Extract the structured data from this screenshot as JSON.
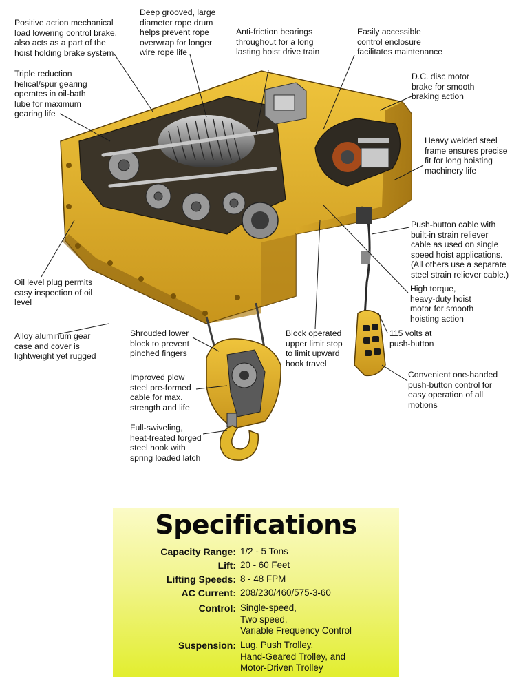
{
  "callouts": [
    {
      "id": "brake",
      "text": "Positive action mechanical\nload lowering control brake,\nalso acts as a part of the\nhoist holding brake system"
    },
    {
      "id": "drum",
      "text": "Deep grooved, large\ndiameter rope drum\nhelps prevent rope\noverwrap for longer\nwire rope life"
    },
    {
      "id": "bearings",
      "text": "Anti-friction bearings\nthroughout for a long\nlasting hoist drive train"
    },
    {
      "id": "enclosure",
      "text": "Easily accessible\ncontrol enclosure\nfacilitates maintenance"
    },
    {
      "id": "gearing",
      "text": "Triple reduction\nhelical/spur gearing\noperates in oil-bath\nlube for maximum\ngearing life"
    },
    {
      "id": "disc-brake",
      "text": "D.C. disc motor\nbrake for smooth\nbraking action"
    },
    {
      "id": "frame",
      "text": "Heavy welded steel\nframe ensures precise\nfit for long hoisting\nmachinery life"
    },
    {
      "id": "cable",
      "text": "Push-button cable with\nbuilt-in strain reliever\ncable as used on single\nspeed hoist applications.\n(All others use a separate\nsteel strain reliever cable.)"
    },
    {
      "id": "oil-plug",
      "text": "Oil level plug permits\neasy inspection of oil\nlevel"
    },
    {
      "id": "motor",
      "text": "High torque,\nheavy-duty hoist\nmotor for smooth\nhoisting action"
    },
    {
      "id": "gear-case",
      "text": "Alloy aluminum gear\ncase and cover is\nlightweight yet rugged"
    },
    {
      "id": "lower-block",
      "text": "Shrouded lower\nblock to prevent\npinched fingers"
    },
    {
      "id": "limit-stop",
      "text": "Block operated\nupper limit stop\nto limit upward\nhook travel"
    },
    {
      "id": "volts",
      "text": "115 volts at\npush-button"
    },
    {
      "id": "plow-steel",
      "text": "Improved plow\nsteel pre-formed\ncable for max.\nstrength and life"
    },
    {
      "id": "one-handed",
      "text": "Convenient one-handed\npush-button control for\neasy operation of all\nmotions"
    },
    {
      "id": "hook",
      "text": "Full-swiveling,\nheat-treated forged\nsteel hook with\nspring loaded latch"
    }
  ],
  "specifications": {
    "title": "Specifications",
    "rows": [
      {
        "label": "Capacity Range:",
        "value": "1/2 - 5 Tons"
      },
      {
        "label": "Lift:",
        "value": "20 - 60 Feet"
      },
      {
        "label": "Lifting Speeds:",
        "value": "8 - 48 FPM"
      },
      {
        "label": "AC Current:",
        "value": "208/230/460/575-3-60"
      },
      {
        "label": "Control:",
        "value": "Single-speed,\nTwo speed,\nVariable Frequency Control"
      },
      {
        "label": "Suspension:",
        "value": "Lug, Push Trolley,\nHand-Geared Trolley, and\nMotor-Driven Trolley"
      }
    ]
  },
  "colors": {
    "housing": "#e0b22e",
    "housing_shadow": "#a87a12",
    "panel_top": "#fbfbc6",
    "panel_bottom": "#e2ee2f"
  }
}
